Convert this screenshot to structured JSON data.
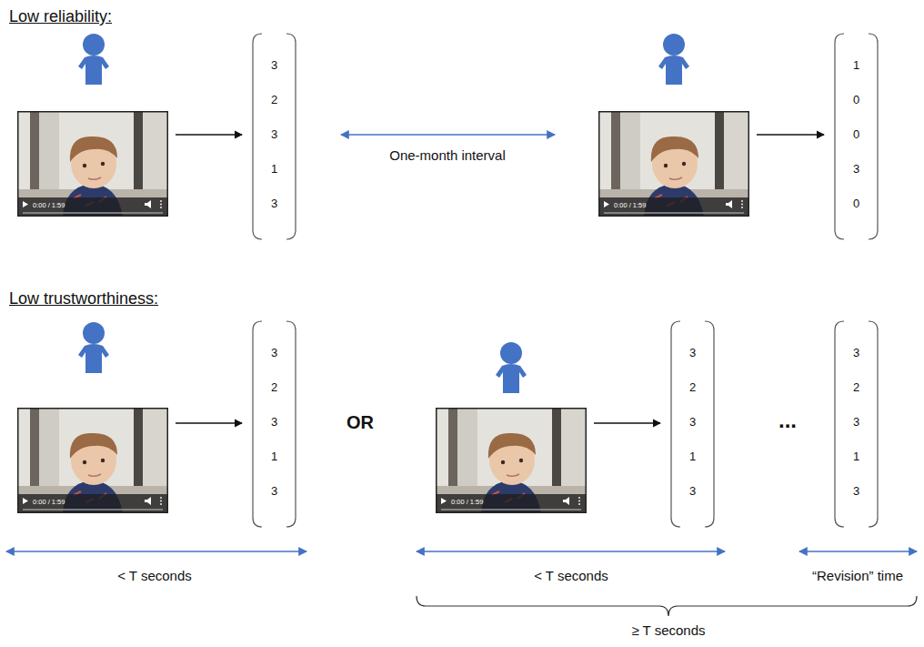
{
  "diagram": {
    "nodes": [
      {
        "text": [
          "0:00 / 1:59"
        ]
      },
      {
        "text": [
          "3",
          "2",
          "3",
          "1",
          "3"
        ]
      },
      {
        "text": [
          "0:00 / 1:59"
        ]
      },
      {
        "text": [
          "1",
          "0",
          "0",
          "3",
          "0"
        ]
      },
      {
        "text": [
          "0:00 / 1:59"
        ]
      },
      {
        "text": [
          "3",
          "2",
          "3",
          "1",
          "3"
        ]
      },
      {
        "text": [
          "0:00 / 1:59"
        ]
      },
      {
        "text": [
          "3",
          "2",
          "3",
          "1",
          "3"
        ]
      },
      {
        "text": [
          "3",
          "2",
          "3",
          "1",
          "3"
        ]
      }
    ],
    "edges": [
      {
        "from": 0,
        "to": 1,
        "arrow": "to"
      },
      {
        "from": 2,
        "to": 3,
        "arrow": "to"
      },
      {
        "from": 4,
        "to": 5,
        "arrow": "to"
      },
      {
        "from": 6,
        "to": 7,
        "arrow": "to"
      }
    ],
    "labels": [
      "Low reliability:",
      "One-month interval",
      "Low trustworthiness:",
      "OR",
      "...",
      "< T seconds",
      "< T seconds",
      "“Revision” time",
      "≥ T seconds"
    ]
  }
}
